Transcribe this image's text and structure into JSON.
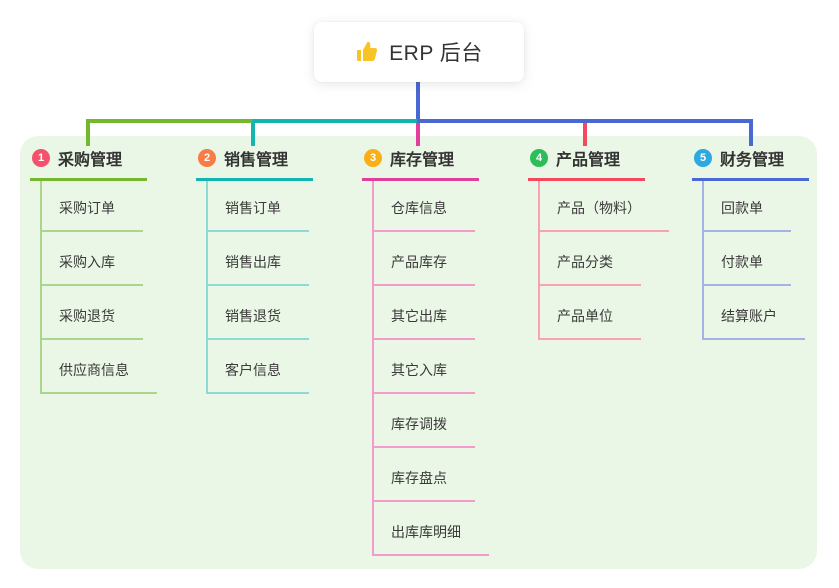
{
  "root": {
    "label": "ERP 后台",
    "icon": "thumbs-up-icon"
  },
  "colors": {
    "panel_bg": "#ebf7e6",
    "connector_blue": "#4a68d2",
    "thumb_yellow": "#f7c325"
  },
  "branches": [
    {
      "index": "1",
      "label": "采购管理",
      "badge_color": "#f4516c",
      "line_color": "#74b830",
      "child_line_color": "#a9d68c",
      "children": [
        "采购订单",
        "采购入库",
        "采购退货",
        "供应商信息"
      ]
    },
    {
      "index": "2",
      "label": "销售管理",
      "badge_color": "#f97b45",
      "line_color": "#13b5b1",
      "child_line_color": "#8fd9d4",
      "children": [
        "销售订单",
        "销售出库",
        "销售退货",
        "客户信息"
      ]
    },
    {
      "index": "3",
      "label": "库存管理",
      "badge_color": "#fbaf17",
      "line_color": "#e23f9c",
      "child_line_color": "#f29ccb",
      "children": [
        "仓库信息",
        "产品库存",
        "其它出库",
        "其它入库",
        "库存调拨",
        "库存盘点",
        "出库库明细"
      ]
    },
    {
      "index": "4",
      "label": "产品管理",
      "badge_color": "#2ebd59",
      "line_color": "#f4485e",
      "child_line_color": "#f8a3ae",
      "children": [
        "产品（物料）",
        "产品分类",
        "产品单位"
      ]
    },
    {
      "index": "5",
      "label": "财务管理",
      "badge_color": "#2ba9e0",
      "line_color": "#4a68d2",
      "child_line_color": "#a3b3e8",
      "children": [
        "回款单",
        "付款单",
        "结算账户"
      ]
    }
  ]
}
